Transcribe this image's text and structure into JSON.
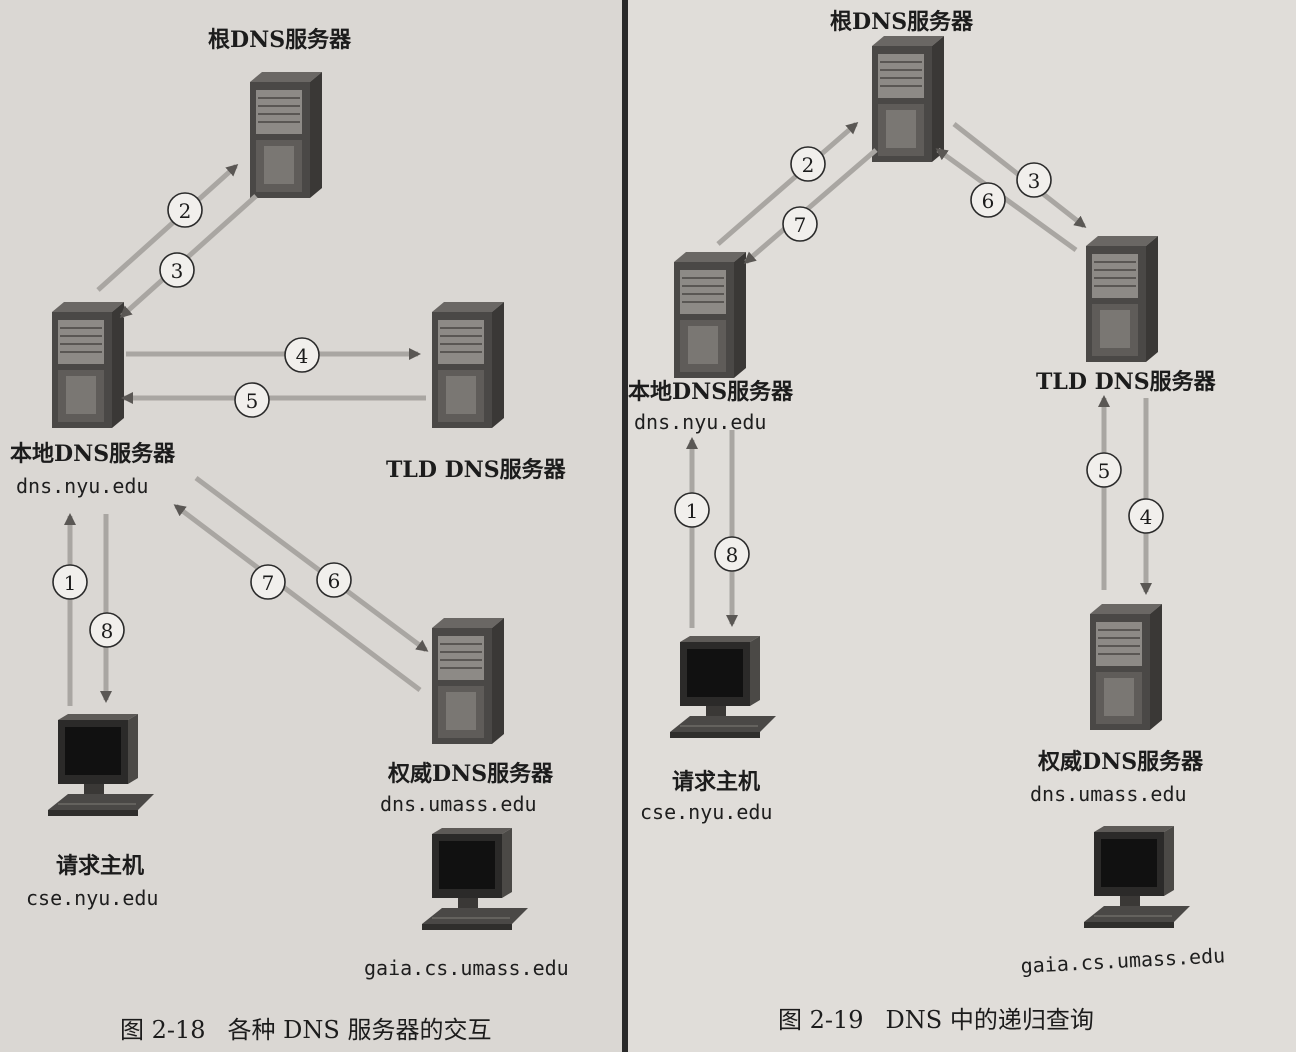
{
  "figure_left": {
    "caption_number": "图 2-18",
    "caption_text": "各种 DNS 服务器的交互",
    "root_server_label": "根DNS服务器",
    "local_server_label": "本地DNS服务器",
    "local_server_host": "dns.nyu.edu",
    "tld_server_label": "TLD DNS服务器",
    "auth_server_label": "权威DNS服务器",
    "auth_server_host": "dns.umass.edu",
    "requesting_host_label": "请求主机",
    "requesting_host_name": "cse.nyu.edu",
    "target_host_name": "gaia.cs.umass.edu",
    "steps": [
      "1",
      "2",
      "3",
      "4",
      "5",
      "6",
      "7",
      "8"
    ]
  },
  "figure_right": {
    "caption_number": "图 2-19",
    "caption_text": "DNS 中的递归查询",
    "root_server_label": "根DNS服务器",
    "local_server_label": "本地DNS服务器",
    "local_server_host": "dns.nyu.edu",
    "tld_server_label": "TLD DNS服务器",
    "auth_server_label": "权威DNS服务器",
    "auth_server_host": "dns.umass.edu",
    "requesting_host_label": "请求主机",
    "requesting_host_name": "cse.nyu.edu",
    "target_host_name": "gaia.cs.umass.edu",
    "steps": [
      "1",
      "2",
      "3",
      "4",
      "5",
      "6",
      "7",
      "8"
    ]
  },
  "colors": {
    "arrow_light": "#a9a6a2",
    "arrow_dark": "#5a5754",
    "server_body": "#4a4846",
    "server_face": "#8d8a86",
    "circle_fill": "#f1efec",
    "text": "#1c1c1c"
  }
}
